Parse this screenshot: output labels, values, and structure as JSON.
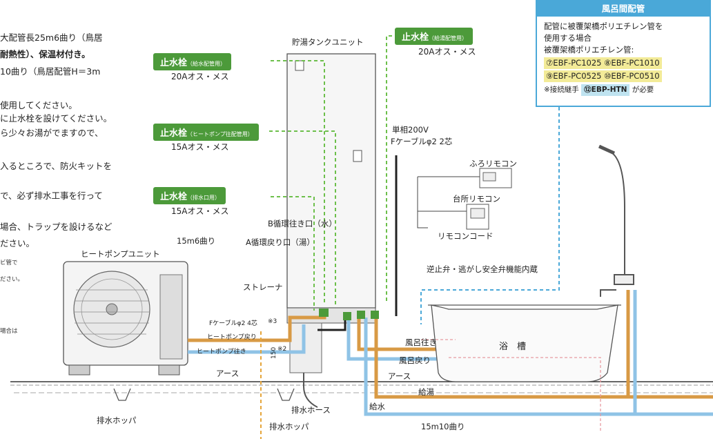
{
  "left_notes": [
    "大配管長25m6曲り（鳥居",
    "耐熱性）、保温材付き。",
    "10曲り（鳥居配管H＝3m",
    "使用してください。",
    "に止水栓を設けてください。",
    "ら少々お湯がでますので、",
    "入るところで、防火キットを",
    "で、必ず排水工事を行って",
    "場合、トラップを設けるなど",
    "ださい。"
  ],
  "left_small_notes": [
    "ビ管で",
    "ださい。",
    "場合は"
  ],
  "valves": [
    {
      "title": "止水栓",
      "sub": "（給水配管用）",
      "spec": "20Aオス・メス"
    },
    {
      "title": "止水栓",
      "sub": "（ヒートポンプ往配管用）",
      "spec": "15Aオス・メス"
    },
    {
      "title": "止水栓",
      "sub": "（排水口用）",
      "spec": "15Aオス・メス"
    },
    {
      "title": "止水栓",
      "sub": "（給湯配管用）",
      "spec": "20Aオス・メス"
    }
  ],
  "info_box": {
    "title": "風呂間配管",
    "line1": "配管に被覆架橋ポリエチレン管を",
    "line2": "使用する場合",
    "line3": "被覆架橋ポリエチレン管:",
    "parts_a": "⑦EBF-PC1025 ⑧EBF-PC1010",
    "parts_b": "⑨EBF-PC0525 ⑩EBF-PC0510",
    "joint_prefix": "※接続継手",
    "joint_part": "⑫EBP-HTN",
    "joint_suffix": "が必要"
  },
  "labels": {
    "tank_unit": "貯湯タンクユニット",
    "power": "単相200V",
    "f_cable": "Fケーブルφ2  2芯",
    "bath_remote": "ふろリモコン",
    "kitchen_remote": "台所リモコン",
    "remote_cord": "リモコンコード",
    "check_valve": "逆止弁・逃がし安全弁機能内蔵",
    "b_port": "B循環往き口（水）",
    "a_port": "A循環戻り口（湯）",
    "bends_6": "15m6曲り",
    "heat_pump_unit": "ヒートポンプユニット",
    "strainer": "ストレーナ",
    "f_cable_4": "Fケーブルφ2  4芯",
    "mark3": "※3",
    "mark2": "※2",
    "hp_return": "ヒートポンプ戻り",
    "hp_out": "ヒートポンプ往き",
    "earth1": "アース",
    "earth2": "アース",
    "bath_out": "風呂往き",
    "bath_return": "風呂戻り",
    "bathtub": "浴　槽",
    "hot_supply": "給湯",
    "water_supply": "給水",
    "drain_hose": "排水ホース",
    "drain_hopper1": "排水ホッパ",
    "drain_hopper2": "排水ホッパ",
    "bends_10": "15m10曲り",
    "dim_150": "150"
  },
  "colors": {
    "valve_green": "#4c9a3a",
    "pipe_orange": "#d89a45",
    "pipe_blue": "#8fc3e6",
    "box_blue": "#4aa8d8",
    "highlight_yellow": "#f3eb98"
  }
}
